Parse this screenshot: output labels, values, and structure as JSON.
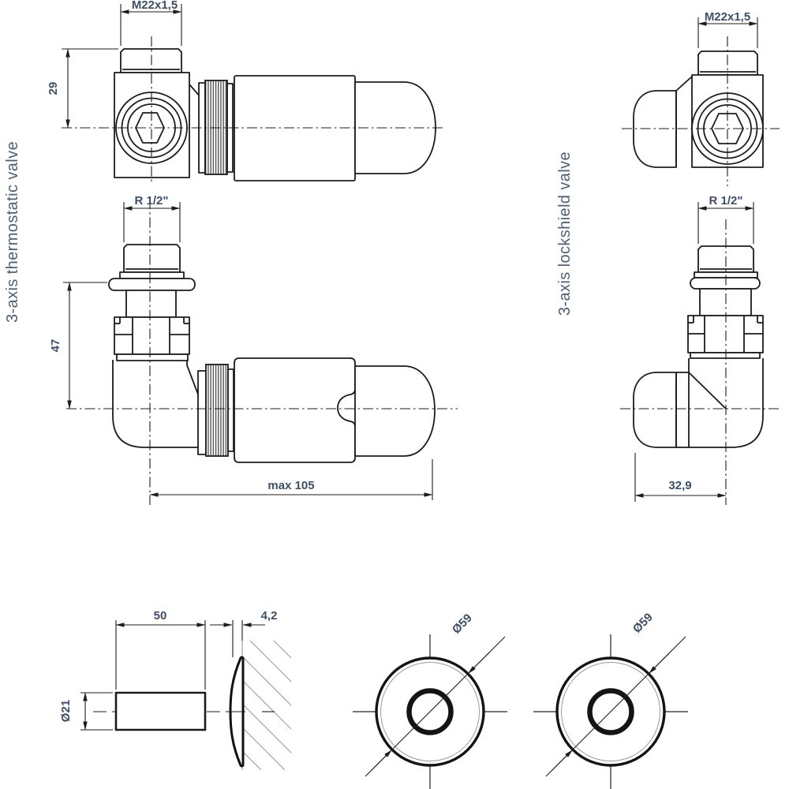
{
  "labels": {
    "thermostatic": "3-axis thermostatic valve",
    "lockshield": "3-axis lockshield valve"
  },
  "dims": {
    "thermo_side_thread": "M22x1,5",
    "thermo_side_height": "29",
    "thermo_main_thread": "R 1/2\"",
    "thermo_main_height": "47",
    "thermo_main_length": "max 105",
    "lock_side_thread": "M22x1,5",
    "lock_main_thread": "R 1/2\"",
    "lock_main_width": "32,9",
    "pipe_length": "50",
    "pipe_diameter": "Ø21",
    "rosette_thickness": "4,2",
    "rosette_diameter_left": "Ø59",
    "rosette_diameter_right": "Ø59"
  },
  "colors": {
    "line": "#1c1c1c",
    "thin_line": "#9a9a9a",
    "dimension_text": "#3e4f66",
    "label_text": "#4e5f72",
    "background": "#ffffff"
  }
}
